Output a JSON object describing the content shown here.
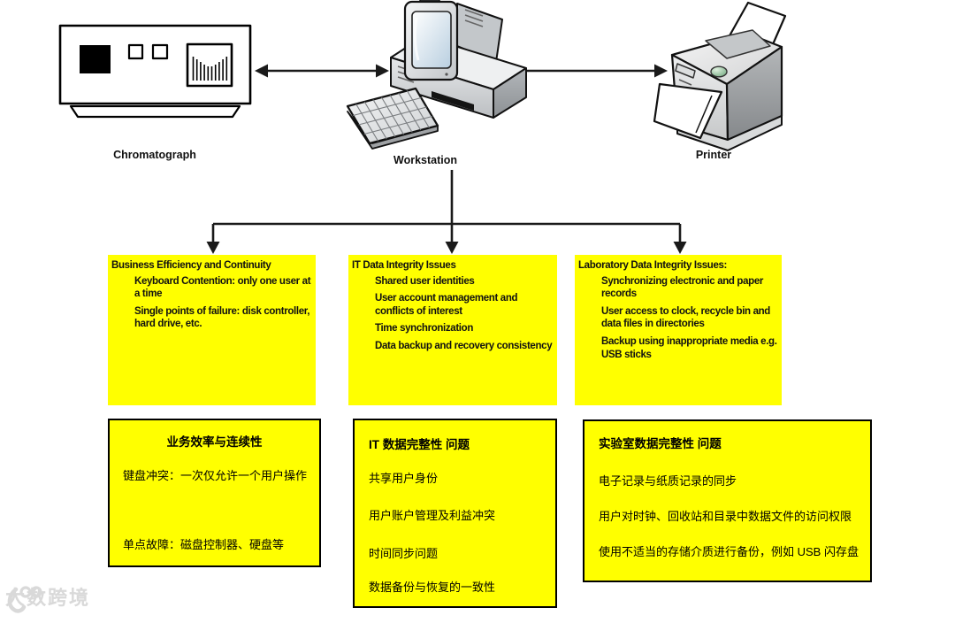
{
  "diagram": {
    "devices": [
      {
        "id": "chromatograph",
        "label": "Chromatograph"
      },
      {
        "id": "workstation",
        "label": "Workstation"
      },
      {
        "id": "printer",
        "label": "Printer"
      }
    ],
    "connections": [
      "chromatograph <-> workstation (double-headed arrow)",
      "workstation -> printer (arrow)",
      "workstation -> three topic boxes (branching arrows)"
    ]
  },
  "top_boxes": [
    {
      "title": "Business Efficiency and Continuity",
      "items": [
        "Keyboard Contention: only one user at a time",
        "Single points of failure: disk controller, hard drive, etc."
      ]
    },
    {
      "title": "IT Data Integrity Issues",
      "items": [
        "Shared user identities",
        "User account management and conflicts of interest",
        "Time synchronization",
        "Data backup and recovery consistency"
      ]
    },
    {
      "title": "Laboratory Data Integrity Issues:",
      "items": [
        "Synchronizing electronic and paper records",
        "User access to clock, recycle bin and data files in directories",
        "Backup using inappropriate media e.g. USB sticks"
      ]
    }
  ],
  "bottom_boxes": [
    {
      "title": "业务效率与连续性",
      "lines": [
        "键盘冲突：一次仅允许一个用户操作",
        "单点故障：磁盘控制器、硬盘等"
      ]
    },
    {
      "title": "IT 数据完整性 问题",
      "lines": [
        "共享用户身份",
        "用户账户管理及利益冲突",
        "时间同步问题",
        "数据备份与恢复的一致性"
      ]
    },
    {
      "title": "实验室数据完整性 问题",
      "lines": [
        "电子记录与纸质记录的同步",
        "用户对时钟、回收站和目录中数据文件的访问权限",
        "使用不适当的存储介质进行备份，例如 USB 闪存盘"
      ]
    }
  ],
  "watermark": {
    "brand_text": "大数跨境"
  },
  "colors": {
    "highlight_yellow": "#ffff00",
    "line_black": "#1a1a1a",
    "box_border": "#000000",
    "watermark_gray": "#d9d9d9",
    "printer_button_green": "#5e9c6e"
  }
}
